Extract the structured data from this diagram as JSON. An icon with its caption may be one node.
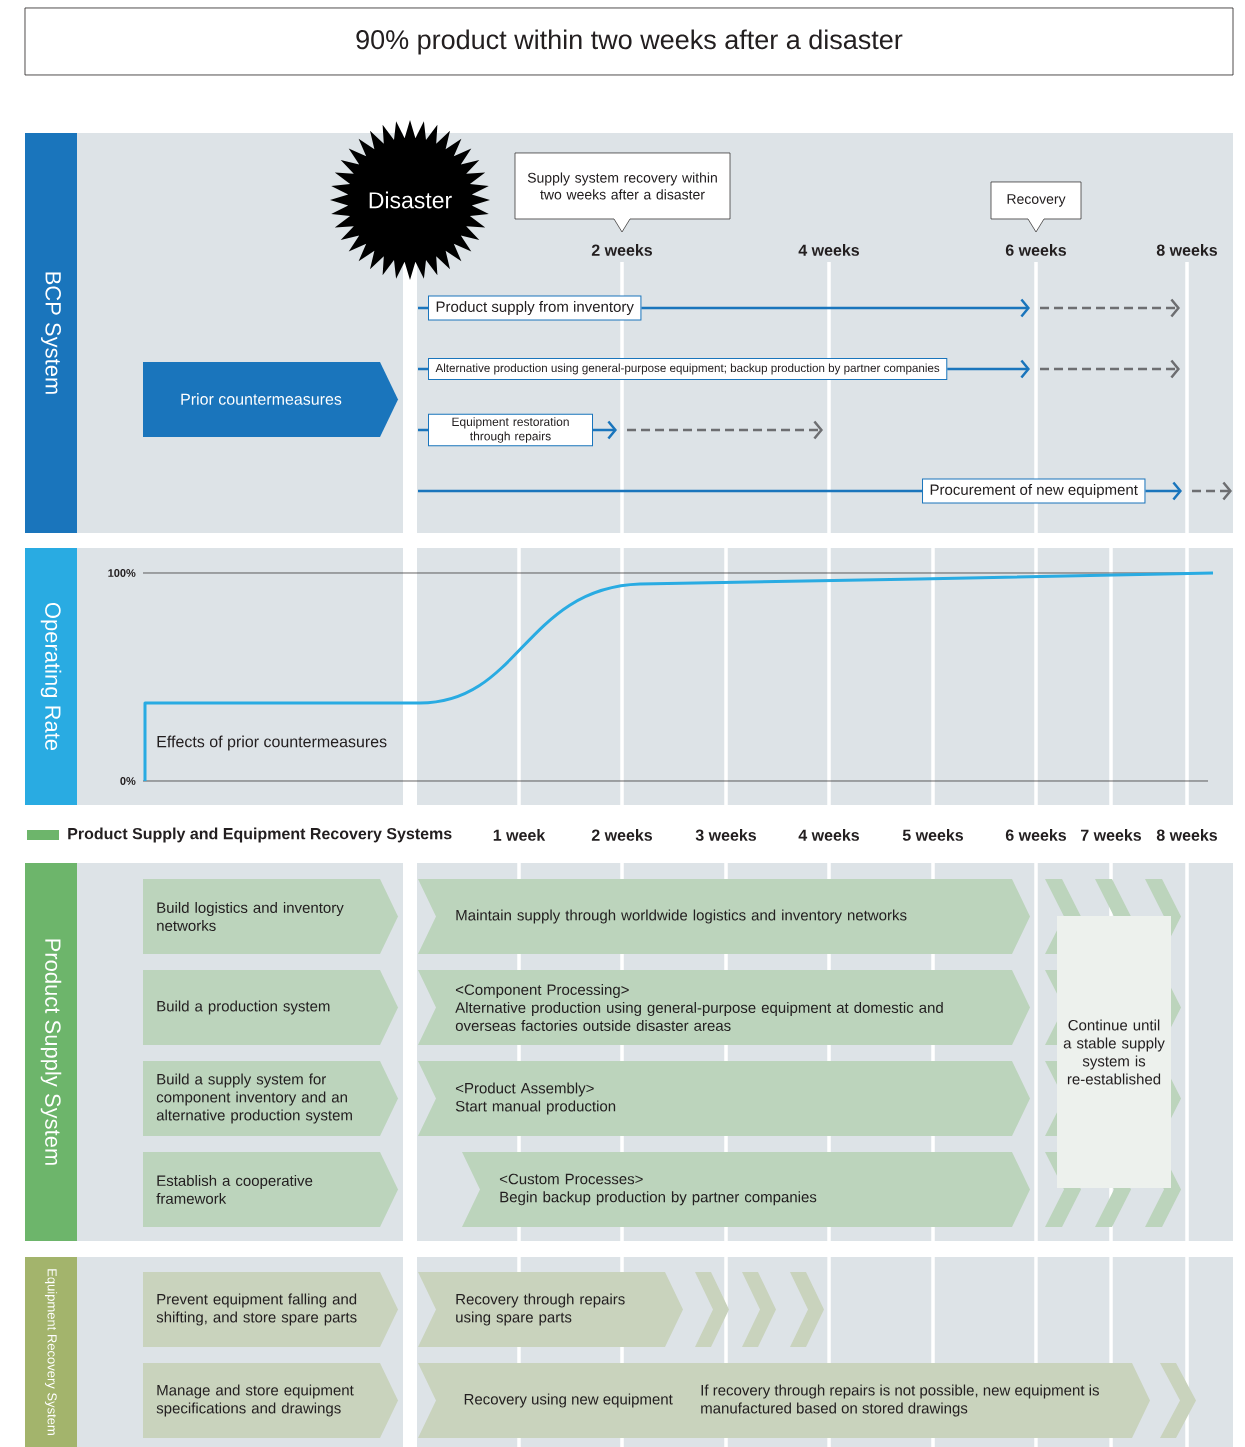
{
  "diagram": {
    "title": "90% product within two weeks after a disaster",
    "nodes": [
      {
        "text": [
          "BCP System"
        ]
      },
      {
        "text": [
          "Disaster"
        ]
      },
      {
        "text": [
          "Supply system recovery within two weeks after a disaster"
        ]
      },
      {
        "text": [
          "Recovery"
        ]
      },
      {
        "text": [
          "Prior countermeasures"
        ]
      },
      {
        "text": [
          "Product supply from inventory"
        ]
      },
      {
        "text": [
          "Alternative production using general-purpose equipment; backup production by partner companies"
        ]
      },
      {
        "text": [
          "Equipment restoration through repairs"
        ]
      },
      {
        "text": [
          "Procurement of new equipment"
        ]
      },
      {
        "text": [
          "Operating Rate"
        ]
      },
      {
        "text": [
          "Product Supply System"
        ]
      },
      {
        "text": [
          "Build logistics and inventory networks"
        ]
      },
      {
        "text": [
          "Build a production system"
        ]
      },
      {
        "text": [
          "Build a supply system for component inventory and an alternative production system"
        ]
      },
      {
        "text": [
          "Establish a cooperative framework"
        ]
      },
      {
        "text": [
          "Maintain supply through worldwide logistics and inventory networks"
        ]
      },
      {
        "text": [
          "<Component Processing>",
          "Alternative production using general-purpose equipment at domestic and overseas factories outside disaster areas"
        ]
      },
      {
        "text": [
          "<Product Assembly>",
          "Start manual production"
        ]
      },
      {
        "text": [
          "<Custom Processes>",
          "Begin backup production by partner companies"
        ]
      },
      {
        "text": [
          "Continue until a stable supply system is re-established"
        ]
      },
      {
        "text": [
          "Equipment Recovery System"
        ]
      },
      {
        "text": [
          "Prevent equipment falling and shifting, and store spare parts"
        ]
      },
      {
        "text": [
          "Manage and store equipment specifications and drawings"
        ]
      },
      {
        "text": [
          "Recovery through repairs using spare parts"
        ]
      },
      {
        "text": [
          "Recovery using new equipment",
          "If recovery through repairs is not possible, new equipment is manufactured based on stored drawings"
        ]
      }
    ],
    "edges": [
      {
        "from": 5,
        "to": null,
        "arrow": "to"
      },
      {
        "from": 6,
        "to": null,
        "arrow": "to"
      },
      {
        "from": 7,
        "to": null,
        "arrow": "to"
      },
      {
        "from": null,
        "to": 8,
        "arrow": "none"
      },
      {
        "from": 8,
        "to": null,
        "arrow": "to"
      }
    ],
    "labels": [
      "2 weeks",
      "4 weeks",
      "6 weeks",
      "8 weeks",
      "100%",
      "Effects of prior countermeasures",
      "0%",
      "1 week",
      "2 weeks",
      "3 weeks",
      "4 weeks",
      "5 weeks",
      "6 weeks",
      "7 weeks",
      "8 weeks"
    ],
    "legend": [
      {
        "text": "Product Supply and Equipment Recovery Systems",
        "color": "#6db56b"
      }
    ]
  }
}
